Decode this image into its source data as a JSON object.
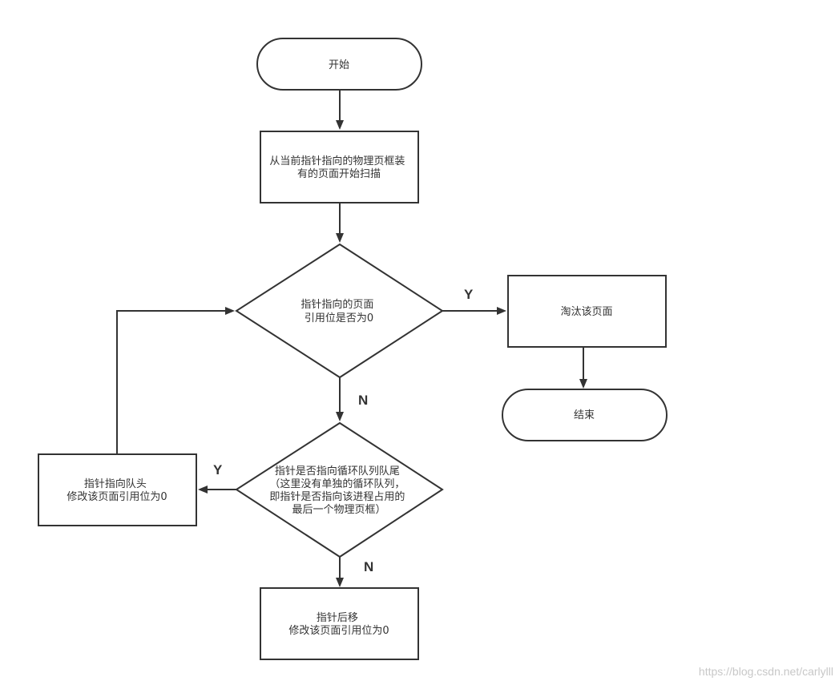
{
  "nodes": {
    "start": {
      "lines": [
        "开始"
      ]
    },
    "scan": {
      "lines": [
        "从当前指针指向的物理页框装",
        "有的页面开始扫描"
      ]
    },
    "check_ref": {
      "lines": [
        "指针指向的页面",
        "引用位是否为0"
      ]
    },
    "evict": {
      "lines": [
        "淘汰该页面"
      ]
    },
    "end": {
      "lines": [
        "结束"
      ]
    },
    "check_tail": {
      "lines": [
        "指针是否指向循环队列队尾",
        "（这里没有单独的循环队列，",
        "即指针是否指向该进程占用的",
        "最后一个物理页框）"
      ]
    },
    "to_head": {
      "lines": [
        "指针指向队头",
        "修改该页面引用位为0"
      ]
    },
    "advance": {
      "lines": [
        "指针后移",
        "修改该页面引用位为0"
      ]
    }
  },
  "edge_labels": {
    "ref_yes": "Y",
    "ref_no": "N",
    "tail_yes": "Y",
    "tail_no": "N"
  },
  "watermark": "https://blog.csdn.net/carlylll",
  "colors": {
    "stroke": "#333333",
    "text": "#333333",
    "watermark": "#c8c8c8"
  }
}
